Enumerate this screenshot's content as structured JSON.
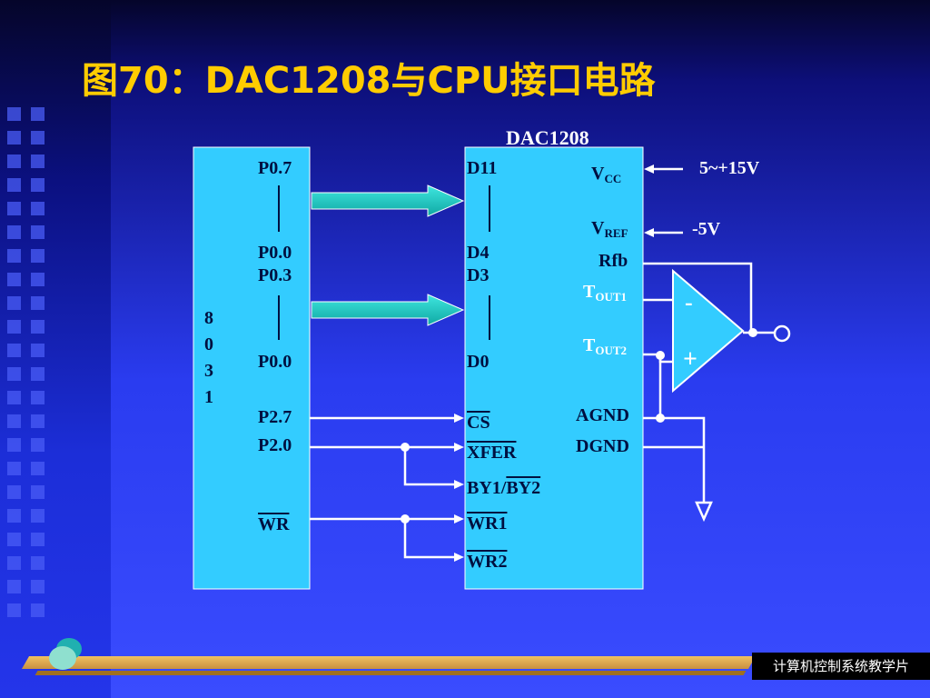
{
  "title": "图70：DAC1208与CPU接口电路",
  "footer": "计算机控制系统教学片",
  "cpu": {
    "chip_label": "8\n0\n3\n1",
    "pins": {
      "p07": "P0.7",
      "p00_top": "P0.0",
      "p03": "P0.3",
      "p00_bottom": "P0.0",
      "p27": "P2.7",
      "p20": "P2.0",
      "wr": "WR"
    }
  },
  "dac": {
    "name": "DAC1208",
    "pins": {
      "d11": "D11",
      "d4": "D4",
      "d3": "D3",
      "d0": "D0",
      "cs": "CS",
      "xfer": "XFER",
      "by1": "BY1/",
      "by2": "BY2",
      "wr1": "WR1",
      "wr2": "WR2",
      "vcc_main": "V",
      "vcc_sub": "CC",
      "vref_main": "V",
      "vref_sub": "REF",
      "rfb": "Rfb",
      "tout1_main": "T",
      "tout1_sub": "OUT1",
      "tout2_main": "T",
      "tout2_sub": "OUT2",
      "agnd": "AGND",
      "dgnd": "DGND"
    }
  },
  "supply": {
    "vcc": "5~+15V",
    "vref": "-5V"
  },
  "opamp": {
    "minus": "-",
    "plus": "+"
  },
  "colors": {
    "chip_fill": "#33ccff",
    "bus_arrow": "#16c6c0",
    "title": "#ffcc00",
    "wire": "#ffffff"
  }
}
